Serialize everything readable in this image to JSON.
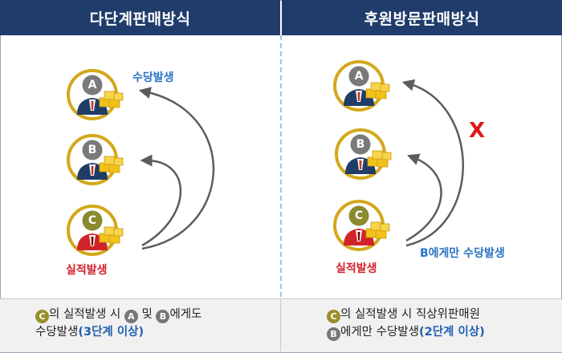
{
  "left": {
    "title": "다단계판매방식",
    "label_top": "수당발생",
    "label_bottom": "실적발생",
    "persons": [
      "A",
      "B",
      "C"
    ],
    "footer": {
      "badge_c": "C",
      "t1": "의 실적발생 시 ",
      "badge_a": "A",
      "t2": " 및 ",
      "badge_b": "B",
      "t3": "에게도",
      "t4": "수당발생",
      "emph": "(3단계 이상)"
    }
  },
  "right": {
    "title": "후원방문판매방식",
    "label_b": "B에게만 수당발생",
    "label_bottom": "실적발생",
    "cross": "X",
    "persons": [
      "A",
      "B",
      "C"
    ],
    "footer": {
      "badge_c": "C",
      "t1": "의 실적발생 시 직상위판매원",
      "badge_b": "B",
      "t2": "에게만 수당발생",
      "emph": "(2단계 이상)"
    }
  },
  "colors": {
    "header_bg": "#1f3c6b",
    "ring_gold": "#d3a81a",
    "suit_navy": "#1f3d66",
    "suit_red": "#d0242a",
    "coin_gold": "#f2c21a",
    "arrow_gray": "#5c5c5c",
    "label_blue": "#2a74c4",
    "label_red": "#d5202a",
    "cross_red": "#e01818"
  },
  "icons": [
    "person-icon",
    "coins-icon",
    "arrow-icon",
    "cross-icon"
  ]
}
